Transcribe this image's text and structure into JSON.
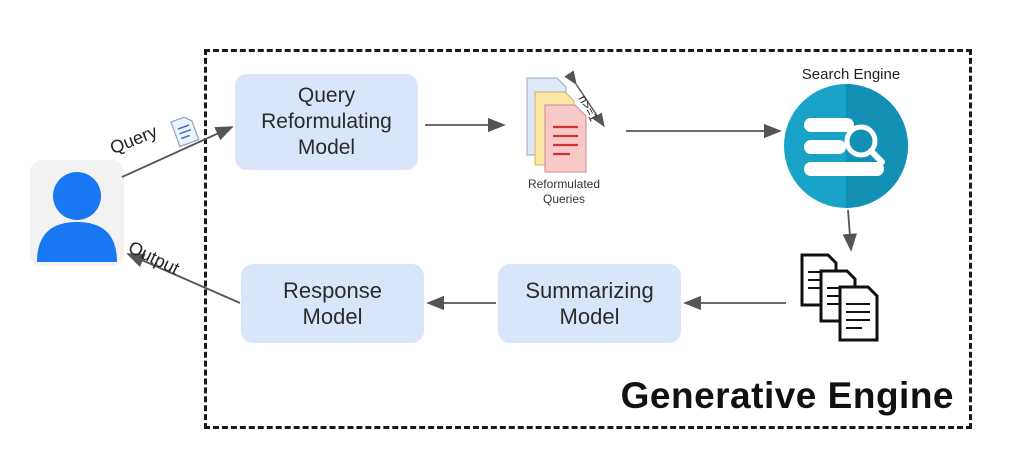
{
  "diagram": {
    "engine_title": "Generative Engine",
    "nodes": {
      "query_reformulating_model": "Query\nReformulating\nModel",
      "reformulated_queries": "Reformulated\nQueries",
      "search_engine": "Search Engine",
      "summarizing_model": "Summarizing\nModel",
      "response_model": "Response\nModel"
    },
    "edges": {
      "query": "Query",
      "output": "Output",
      "n_queries": "n>=1"
    },
    "colors": {
      "box_fill": "#d9e6fa",
      "user_icon": "#1877f2",
      "search_engine_circle": "#1aa3c8",
      "arrow": "#555555",
      "frame": "#1a1a1a"
    },
    "icons": [
      "user-icon",
      "document-icon",
      "stacked-documents-icon",
      "search-engine-icon",
      "retrieved-documents-icon"
    ]
  }
}
